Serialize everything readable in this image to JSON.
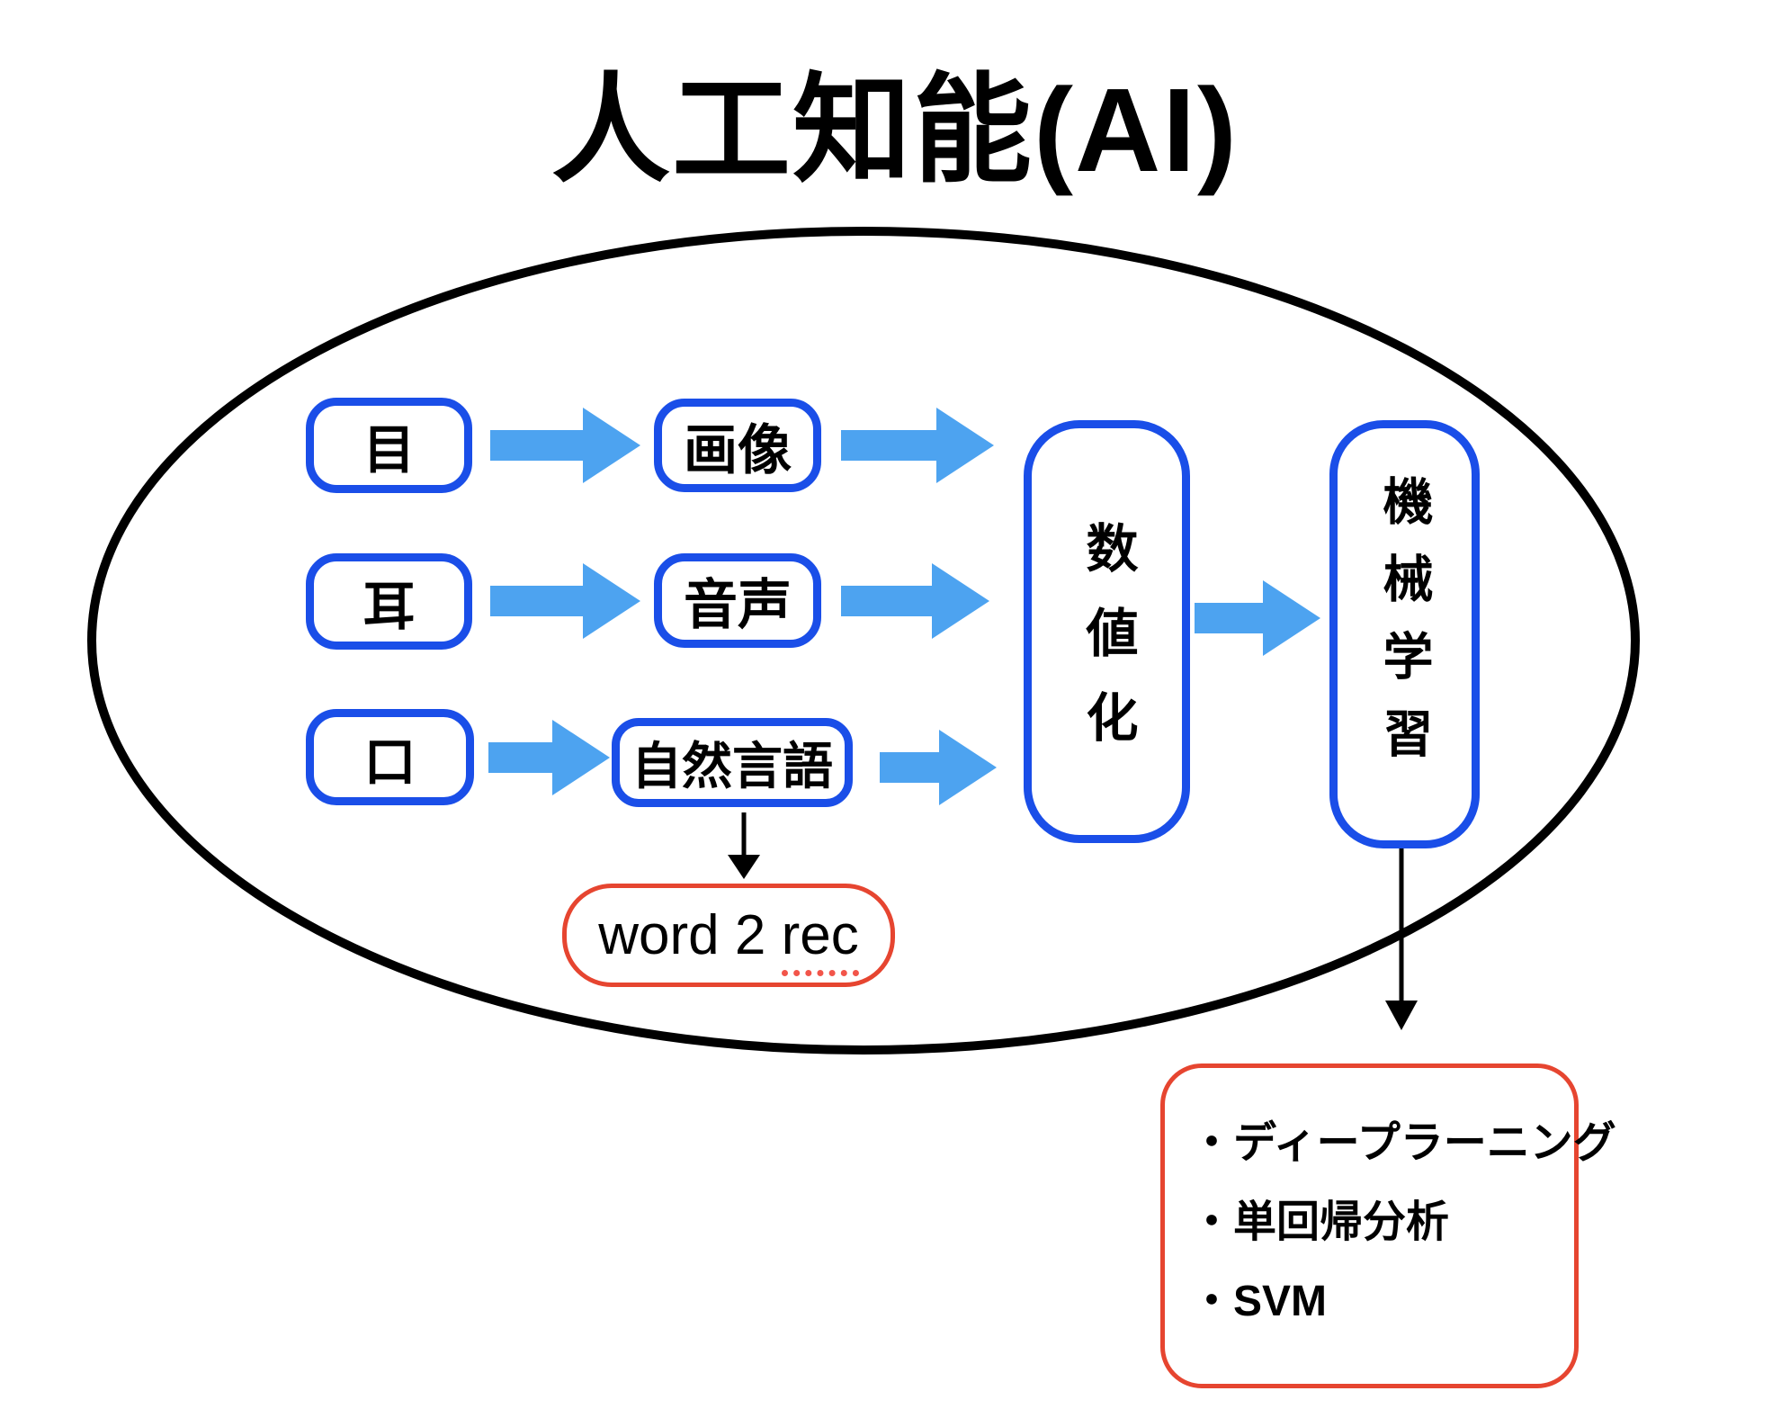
{
  "title": "人工知能(AI)",
  "colors": {
    "node_border_blue": "#1a4ee8",
    "arrow_blue": "#4da3f0",
    "accent_red": "#e64530",
    "underline_dotted_red": "#f2554a",
    "outline_black": "#000000"
  },
  "nodes": {
    "eye": {
      "label": "目"
    },
    "ear": {
      "label": "耳"
    },
    "mouth": {
      "label": "口"
    },
    "image": {
      "label": "画像"
    },
    "voice": {
      "label": "音声"
    },
    "natural_language": {
      "label": "自然言語"
    },
    "numericization": {
      "label": "数値化"
    },
    "machine_learning": {
      "label": "機械学習"
    }
  },
  "word2rec": {
    "prefix": "word 2 ",
    "underlined": "rec"
  },
  "ml_methods": {
    "items": [
      "・ディープラーニング",
      "・単回帰分析",
      "・SVM"
    ]
  }
}
